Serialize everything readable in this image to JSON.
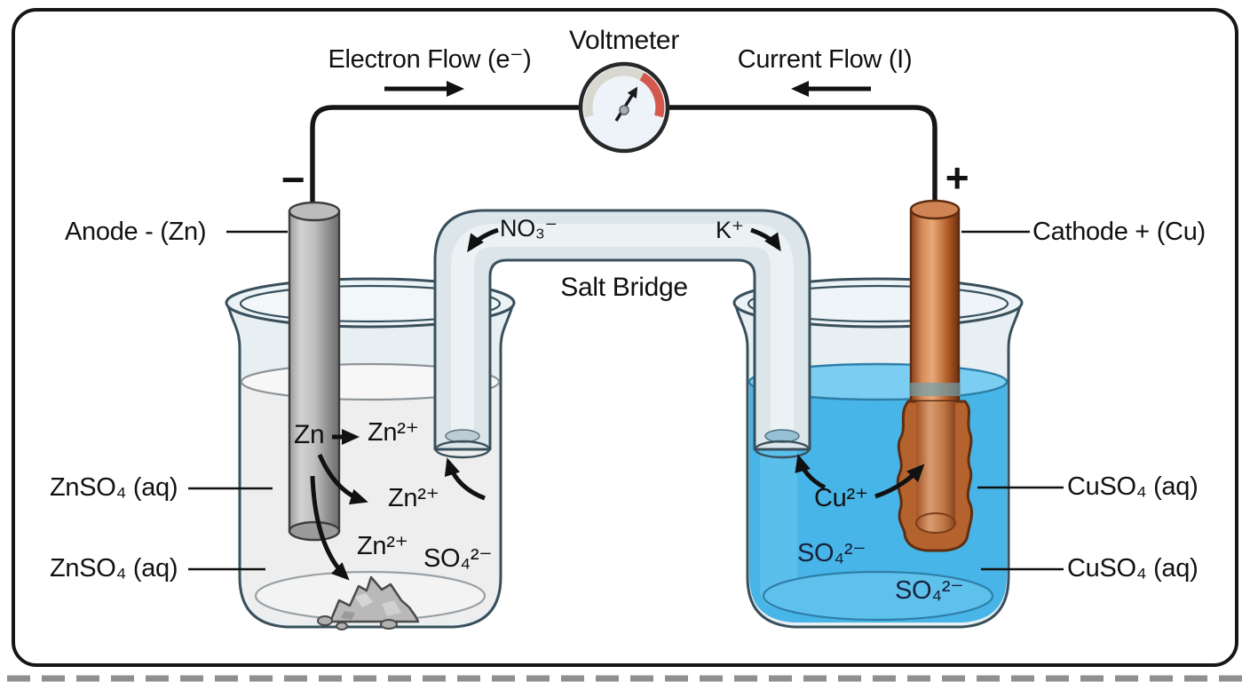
{
  "labels": {
    "voltmeter": "Voltmeter",
    "electron_flow": "Electron Flow (e⁻)",
    "current_flow": "Current Flow (I)",
    "anode": "Anode - (Zn)",
    "cathode": "Cathode + (Cu)",
    "anode_sign": "−",
    "cathode_sign": "+",
    "salt_bridge": "Salt Bridge",
    "nitrate_ion": "NO₃⁻",
    "potassium_ion": "K⁺"
  },
  "left_cell": {
    "zn_atom": "Zn",
    "zn_ion_top": "Zn²⁺",
    "zn_ion_mid": "Zn²⁺",
    "zn_ion_bottom": "Zn²⁺",
    "sulfate": "SO₄²⁻",
    "solution_label_upper": "ZnSO₄ (aq)",
    "solution_label_lower": "ZnSO₄ (aq)"
  },
  "right_cell": {
    "cu_ion": "Cu²⁺",
    "sulfate_upper": "SO₄²⁻",
    "sulfate_lower": "SO₄²⁻",
    "solution_label_upper": "CuSO₄ (aq)",
    "solution_label_lower": "CuSO₄ (aq)"
  },
  "colors": {
    "frame_border": "#161616",
    "wire": "#161616",
    "copper_solution_blue": "#47b5e7",
    "zinc_solution_gray": "#eeeeee",
    "copper_electrode": "#b4622e",
    "zinc_electrode": "#a8a8a8",
    "glass_tube": "#dce6ea",
    "voltmeter_red": "#d4584c",
    "voltmeter_face": "#edf3f9",
    "navy_text": "#17233d"
  }
}
